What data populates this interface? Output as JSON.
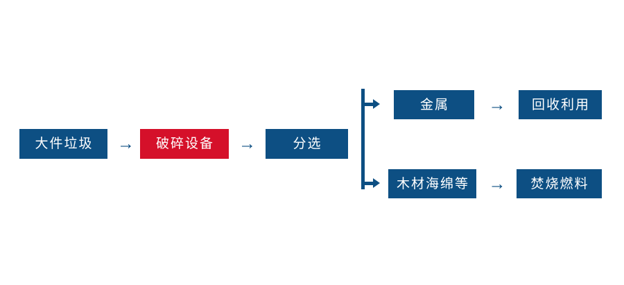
{
  "diagram": {
    "title": "",
    "background_color": "#ffffff",
    "colors": {
      "primary_blue": "#0d4f83",
      "highlight_red": "#d5102a",
      "node_text": "#ffffff",
      "connector": "#0d4f83"
    },
    "nodes": {
      "bulky_waste": {
        "label": "大件垃圾",
        "color": "#0d4f83"
      },
      "crusher": {
        "label": "破碎设备",
        "color": "#d5102a"
      },
      "sorting": {
        "label": "分选",
        "color": "#0d4f83"
      },
      "metal": {
        "label": "金属",
        "color": "#0d4f83"
      },
      "recycle": {
        "label": "回收利用",
        "color": "#0d4f83"
      },
      "wood_sponge": {
        "label": "木材海绵等",
        "color": "#0d4f83"
      },
      "fuel": {
        "label": "焚烧燃料",
        "color": "#0d4f83"
      }
    },
    "arrows": {
      "a1": {
        "glyph": "→",
        "from": "大件垃圾",
        "to": "破碎设备"
      },
      "a2": {
        "glyph": "→",
        "from": "破碎设备",
        "to": "分选"
      },
      "a3": {
        "glyph": "→",
        "from": "金属",
        "to": "回收利用"
      },
      "a4": {
        "glyph": "→",
        "from": "木材海绵等",
        "to": "焚烧燃料"
      }
    },
    "split": {
      "branch_top_target": "金属",
      "branch_bottom_target": "木材海绵等"
    }
  },
  "chart_data": {
    "type": "diagram",
    "title": "",
    "flow": [
      {
        "step": 1,
        "label": "大件垃圾",
        "emphasis": false
      },
      {
        "step": 2,
        "label": "破碎设备",
        "emphasis": true
      },
      {
        "step": 3,
        "label": "分选",
        "emphasis": false
      }
    ],
    "branches": [
      {
        "branch": "upper",
        "labels": [
          "金属",
          "回收利用"
        ]
      },
      {
        "branch": "lower",
        "labels": [
          "木材海绵等",
          "焚烧燃料"
        ]
      }
    ]
  }
}
